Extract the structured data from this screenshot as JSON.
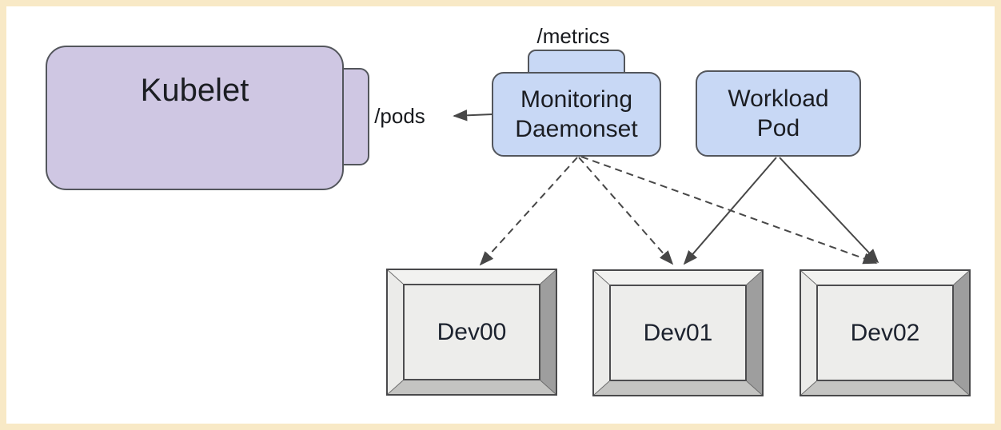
{
  "frame": {
    "border_color": "#f8e9c6",
    "background": "#ffffff"
  },
  "nodes": {
    "kubelet": {
      "label": "Kubelet",
      "fill": "#cfc7e3",
      "endpoint_label": "/pods"
    },
    "monitoring_daemonset": {
      "label": "Monitoring Daemonset",
      "fill": "#c8d8f5",
      "endpoint_label": "/metrics"
    },
    "workload_pod": {
      "label": "Workload Pod",
      "fill": "#c8d8f5"
    }
  },
  "devices": [
    {
      "label": "Dev00"
    },
    {
      "label": "Dev01"
    },
    {
      "label": "Dev02"
    }
  ],
  "edges": [
    {
      "from": "monitoring_daemonset",
      "to": "kubelet /pods",
      "style": "solid-arrow"
    },
    {
      "from": "monitoring_daemonset",
      "to": "Dev00",
      "style": "dashed-arrow"
    },
    {
      "from": "monitoring_daemonset",
      "to": "Dev01",
      "style": "dashed-arrow"
    },
    {
      "from": "monitoring_daemonset",
      "to": "Dev02",
      "style": "dashed-arrow"
    },
    {
      "from": "workload_pod",
      "to": "Dev01",
      "style": "solid-arrow"
    },
    {
      "from": "workload_pod",
      "to": "Dev02",
      "style": "solid-arrow"
    }
  ],
  "colors": {
    "node_border": "#53565c",
    "edge_line": "#474747",
    "device_face": "#ededeb",
    "device_bevel_light": "#f2f2f0",
    "device_bevel_dark": "#9e9e9e",
    "device_bevel_bottom": "#c4c4c2",
    "text": "#1b1d22"
  }
}
